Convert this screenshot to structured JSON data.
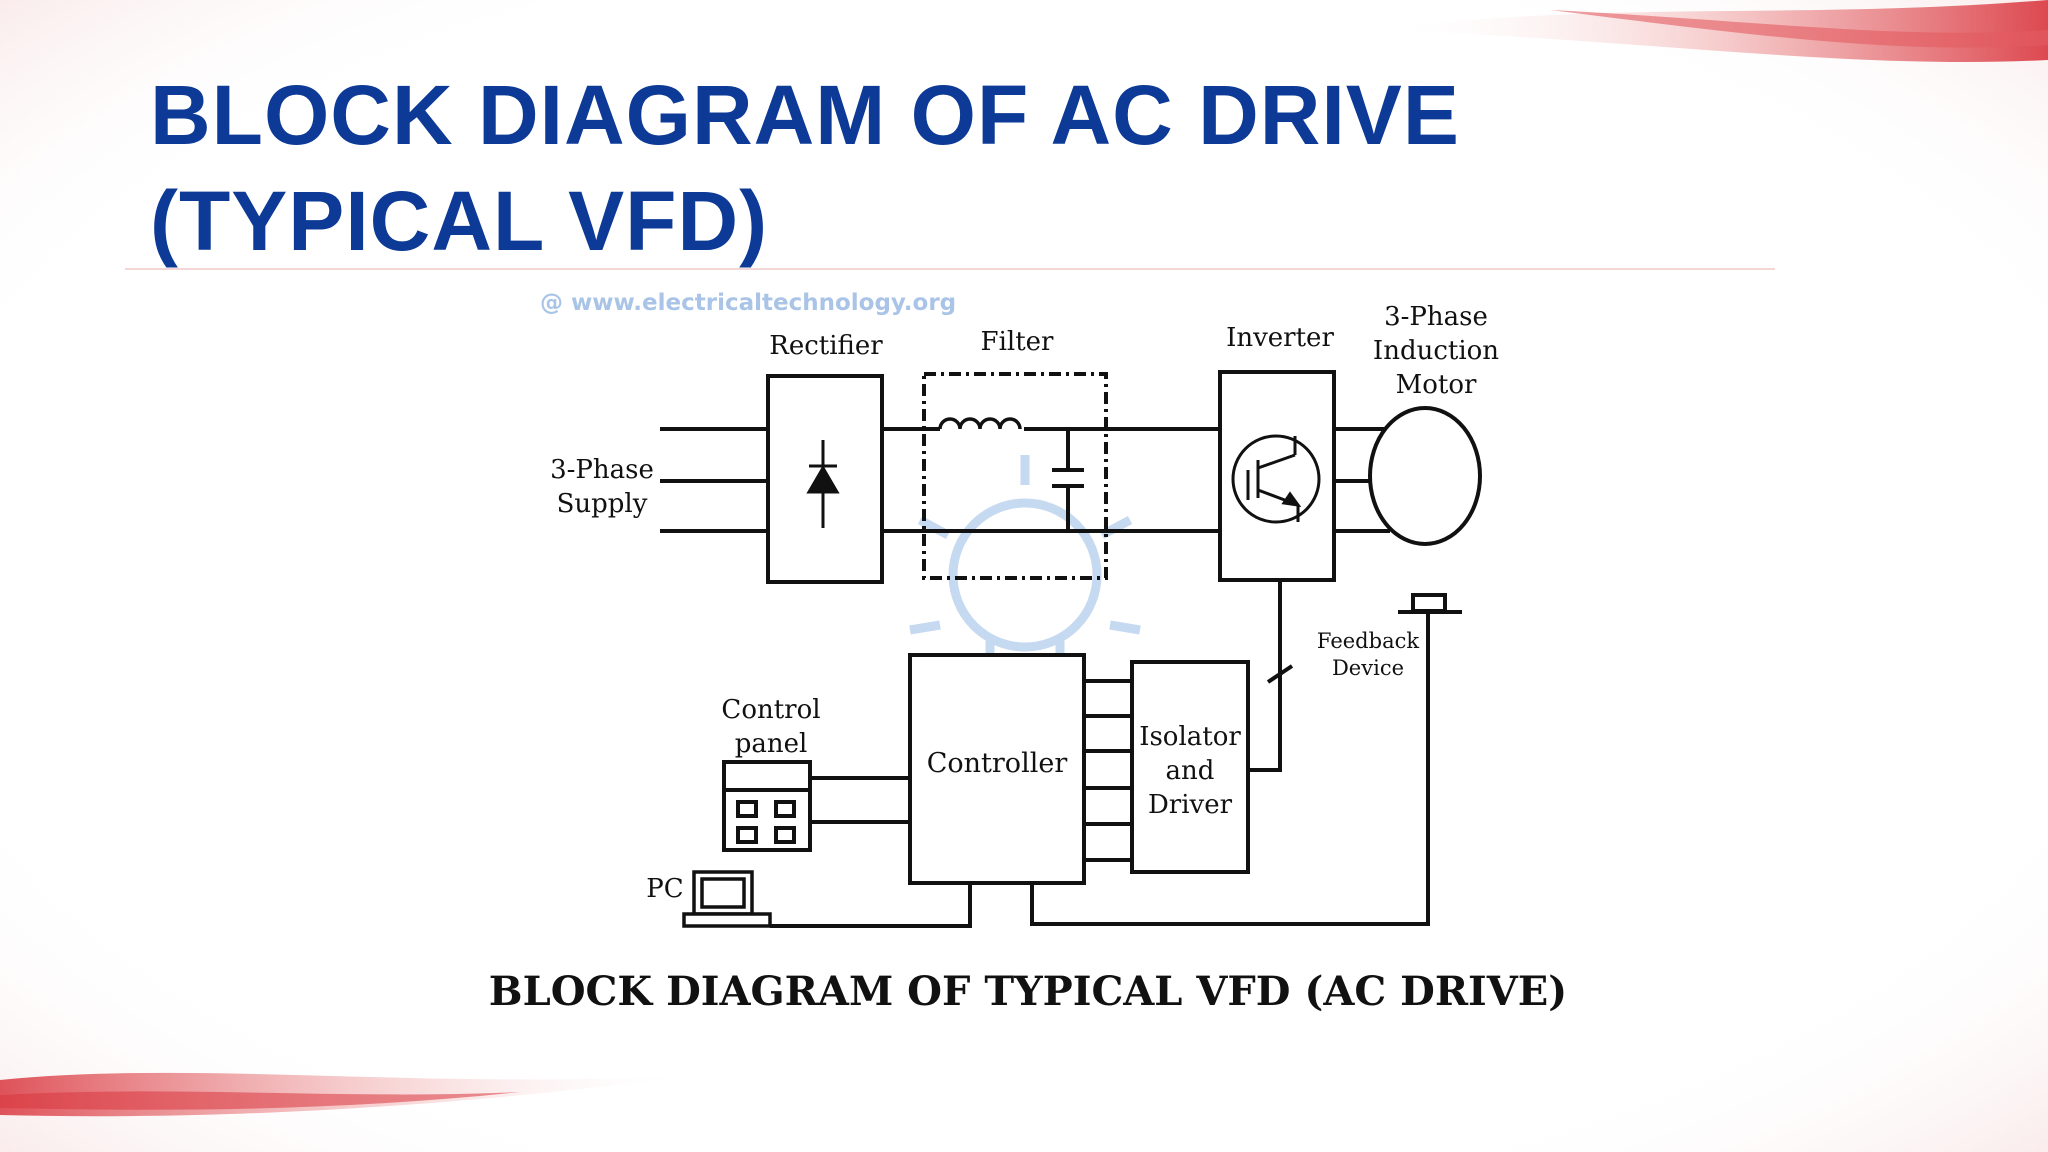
{
  "slide": {
    "title_line1": "BLOCK DIAGRAM OF AC DRIVE",
    "title_line2": "(TYPICAL VFD)",
    "title_color": "#0d3a96"
  },
  "diagram": {
    "watermark": "@ www.electricaltechnology.org",
    "labels": {
      "rectifier": "Rectifier",
      "filter": "Filter",
      "inverter": "Inverter",
      "motor_line1": "3-Phase",
      "motor_line2": "Induction",
      "motor_line3": "Motor",
      "supply_line1": "3-Phase",
      "supply_line2": "Supply",
      "feedback_line1": "Feedback",
      "feedback_line2": "Device",
      "control_panel_line1": "Control",
      "control_panel_line2": "panel",
      "controller": "Controller",
      "isolator_line1": "Isolator",
      "isolator_line2": "and",
      "isolator_line3": "Driver",
      "pc": "PC"
    },
    "caption": "BLOCK DIAGRAM OF TYPICAL VFD (AC DRIVE)",
    "icons": [
      "diode-icon",
      "inductor-icon",
      "capacitor-icon",
      "igbt-icon",
      "laptop-icon",
      "keypad-icon",
      "lightbulb-watermark-icon"
    ]
  }
}
